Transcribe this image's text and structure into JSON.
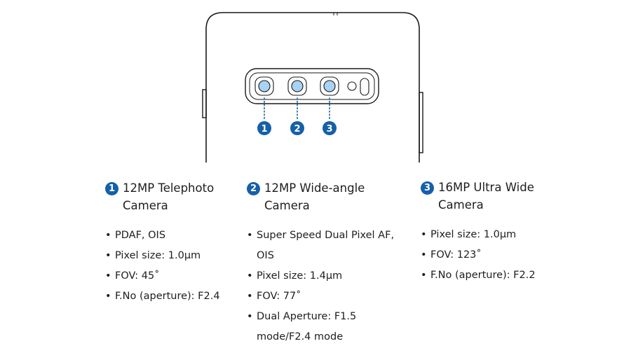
{
  "lens_markers": [
    "1",
    "2",
    "3"
  ],
  "colors": {
    "accent_blue": "#1560a8",
    "lens_fill": "#a9d2f3",
    "outline": "#1a1a1a"
  },
  "cameras": [
    {
      "number": "1",
      "title_lines": [
        "12MP Telephoto",
        "Camera"
      ],
      "features": [
        {
          "lines": [
            "PDAF, OIS"
          ]
        },
        {
          "lines": [
            "Pixel size: 1.0μm"
          ]
        },
        {
          "lines": [
            "FOV: 45˚"
          ]
        },
        {
          "lines": [
            "F.No (aperture): F2.4"
          ]
        }
      ]
    },
    {
      "number": "2",
      "title_lines": [
        "12MP Wide-angle",
        "Camera"
      ],
      "features": [
        {
          "lines": [
            "Super Speed Dual Pixel AF,",
            "OIS"
          ]
        },
        {
          "lines": [
            "Pixel size: 1.4μm"
          ]
        },
        {
          "lines": [
            "FOV: 77˚"
          ]
        },
        {
          "lines": [
            "Dual Aperture: F1.5",
            "mode/F2.4 mode"
          ]
        }
      ]
    },
    {
      "number": "3",
      "title_lines": [
        "16MP Ultra Wide",
        "Camera"
      ],
      "features": [
        {
          "lines": [
            "Pixel size: 1.0μm"
          ]
        },
        {
          "lines": [
            "FOV: 123˚"
          ]
        },
        {
          "lines": [
            "F.No (aperture): F2.2"
          ]
        }
      ]
    }
  ]
}
